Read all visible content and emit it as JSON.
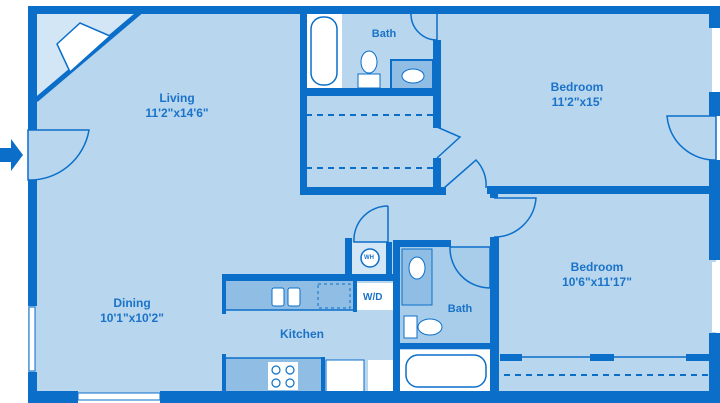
{
  "colors": {
    "wall": "#0b6fca",
    "floor": "#b8d6ee",
    "floor_dark": "#8fbde4",
    "fixture": "#ffffff",
    "text": "#1a73c8"
  },
  "entry_icon": "arrow-right-icon",
  "rooms": {
    "living": {
      "name": "Living",
      "size": "11'2\"x14'6\""
    },
    "dining": {
      "name": "Dining",
      "size": "10'1\"x10'2\""
    },
    "kitchen": {
      "name": "Kitchen"
    },
    "bath_top": {
      "name": "Bath"
    },
    "bath_bottom": {
      "name": "Bath"
    },
    "bedroom_top": {
      "name": "Bedroom",
      "size": "11'2\"x15'"
    },
    "bedroom_bottom": {
      "name": "Bedroom",
      "size": "10'6\"x11'17\""
    }
  },
  "fixtures": {
    "washer_dryer": "W/D",
    "water_heater": "WH"
  }
}
